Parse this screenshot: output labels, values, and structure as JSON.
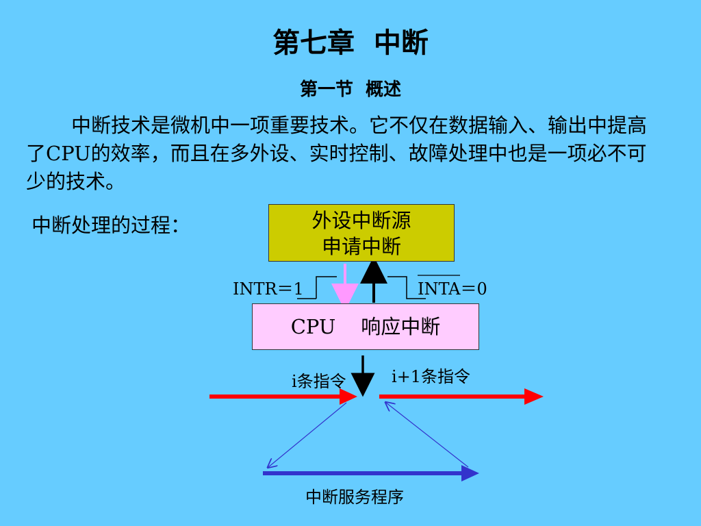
{
  "slide": {
    "chapter_title": "第七章  中断",
    "section_title": "第一节  概述",
    "intro": "中断技术是微机中一项重要技术。它不仅在数据输入、输出中提高了CPU的效率，而且在多外设、实时控制、故障处理中也是一项必不可少的技术。",
    "process_label": "中断处理的过程："
  },
  "diagram": {
    "source_box_line1": "外设中断源",
    "source_box_line2": "申请中断",
    "cpu_box": "CPU    响应中断",
    "intr_label": "INTR＝1",
    "inta_label": "INTA＝0",
    "instr_i": "i条指令",
    "instr_i_plus_1": "i+1条指令",
    "isr_label": "中断服务程序"
  },
  "colors": {
    "background": "#66CCFF",
    "source_box": "#CCCC00",
    "cpu_box": "#FFCCFF",
    "red_arrow": "#FF0000",
    "blue_arrow": "#3333CC",
    "intr_arrow": "#FF99FF"
  }
}
